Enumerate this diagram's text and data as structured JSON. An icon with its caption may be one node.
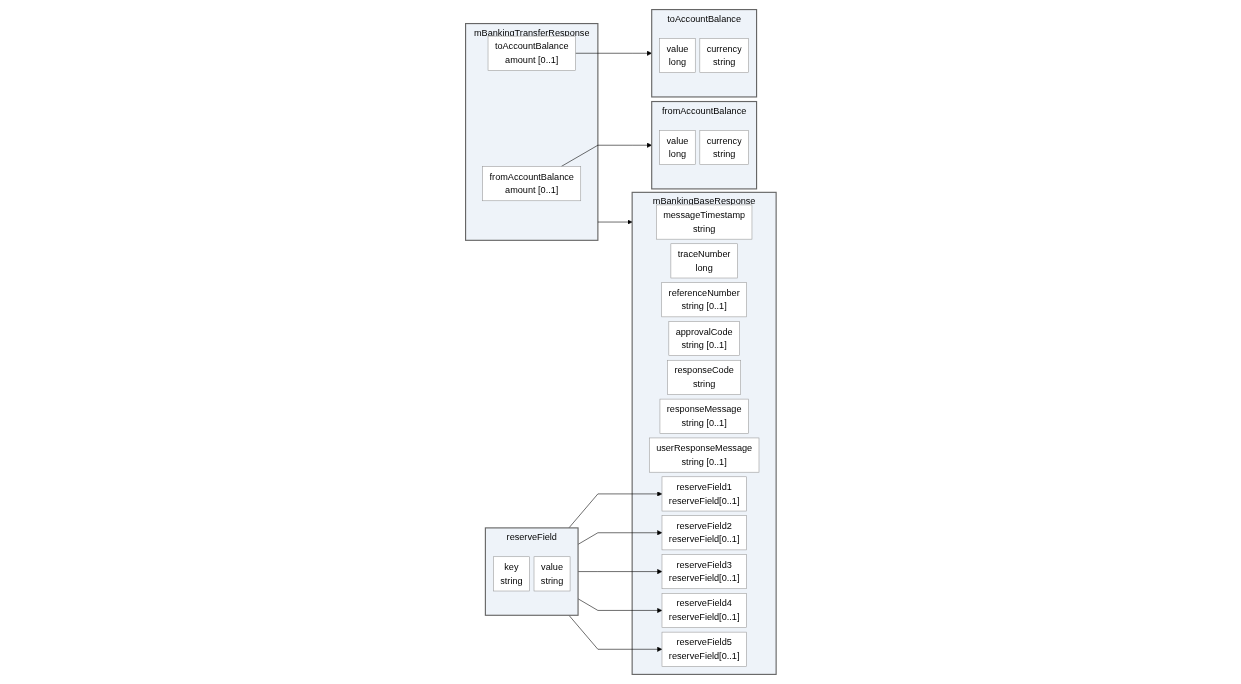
{
  "diagram": {
    "nodes": [
      {
        "text": [
          "mBankingBaseResponse"
        ]
      },
      {
        "text": [
          "messageTimestamp",
          "string"
        ],
        "in": 0
      },
      {
        "text": [
          "traceNumber",
          "long"
        ],
        "in": 0
      },
      {
        "text": [
          "referenceNumber",
          "string [0..1]"
        ],
        "in": 0
      },
      {
        "text": [
          "approvalCode",
          "string [0..1]"
        ],
        "in": 0
      },
      {
        "text": [
          "responseCode",
          "string"
        ],
        "in": 0
      },
      {
        "text": [
          "responseMessage",
          "string [0..1]"
        ],
        "in": 0
      },
      {
        "text": [
          "userResponseMessage",
          "string [0..1]"
        ],
        "in": 0
      },
      {
        "text": [
          "reserveField1",
          "reserveField[0..1]"
        ],
        "in": 0
      },
      {
        "text": [
          "reserveField2",
          "reserveField[0..1]"
        ],
        "in": 0
      },
      {
        "text": [
          "reserveField3",
          "reserveField[0..1]"
        ],
        "in": 0
      },
      {
        "text": [
          "reserveField4",
          "reserveField[0..1]"
        ],
        "in": 0
      },
      {
        "text": [
          "reserveField5",
          "reserveField[0..1]"
        ],
        "in": 0
      },
      {
        "text": [
          "reserveField"
        ]
      },
      {
        "text": [
          "key",
          "string"
        ],
        "in": 13
      },
      {
        "text": [
          "value",
          "string"
        ],
        "in": 13
      },
      {
        "text": [
          "fromAccountBalance"
        ]
      },
      {
        "text": [
          "value",
          "long"
        ],
        "in": 16
      },
      {
        "text": [
          "currency",
          "string"
        ],
        "in": 16
      },
      {
        "text": [
          "mBankingTransferResponse"
        ]
      },
      {
        "text": [
          "fromAccountBalance",
          "amount [0..1]"
        ],
        "in": 19
      },
      {
        "text": [
          "toAccountBalance",
          "amount [0..1]"
        ],
        "in": 19
      },
      {
        "text": [
          "toAccountBalance"
        ]
      },
      {
        "text": [
          "value",
          "long"
        ],
        "in": 22
      },
      {
        "text": [
          "currency",
          "string"
        ],
        "in": 22
      }
    ],
    "edges": [
      {
        "from": 13,
        "to": 8,
        "arrow": "to"
      },
      {
        "from": 13,
        "to": 9,
        "arrow": "to"
      },
      {
        "from": 13,
        "to": 10,
        "arrow": "to"
      },
      {
        "from": 13,
        "to": 11,
        "arrow": "to"
      },
      {
        "from": 13,
        "to": 12,
        "arrow": "to"
      },
      {
        "from": 19,
        "to": 0,
        "arrow": "to"
      },
      {
        "from": 20,
        "to": 16,
        "arrow": "to"
      },
      {
        "from": 21,
        "to": 22,
        "arrow": "to"
      }
    ]
  }
}
